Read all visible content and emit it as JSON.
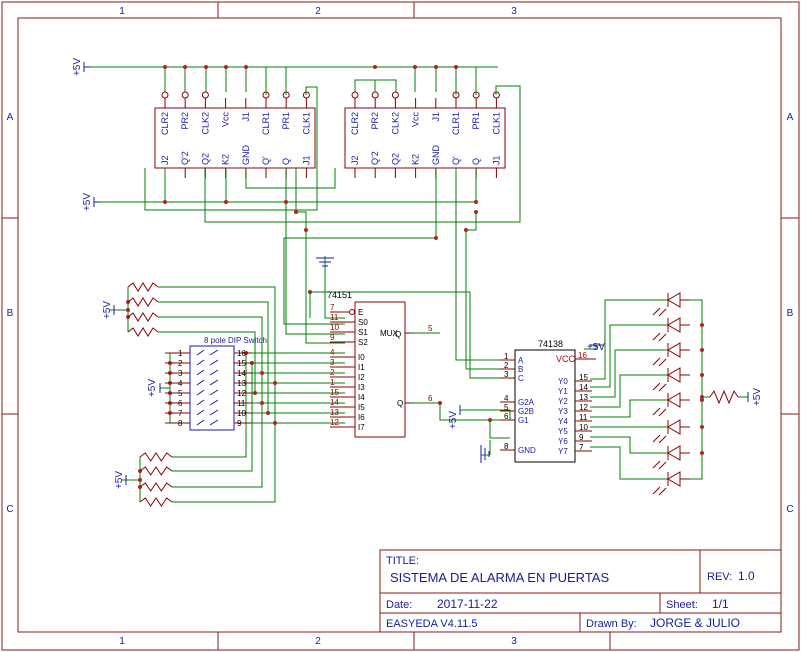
{
  "frame": {
    "col_labels": [
      "1",
      "2",
      "3"
    ],
    "row_labels": [
      "A",
      "B",
      "C"
    ]
  },
  "power": {
    "vcc_label": "+5V",
    "gnd_label": "GND",
    "vcc_text": "VCC"
  },
  "ff_pins_top": [
    "CLR2",
    "PR2",
    "CLK2",
    "Vcc",
    "J1",
    "CLR1",
    "PR1",
    "CLK1"
  ],
  "ff_pins_bottom": [
    "J2",
    "Q'2",
    "Q2",
    "K2",
    "GND",
    "Q'",
    "Q",
    "J1"
  ],
  "mux": {
    "part": "74151",
    "title": "MUX",
    "q_label": "Q",
    "inputs": [
      {
        "pin": "7",
        "name": "E"
      },
      {
        "pin": "11",
        "name": "S0"
      },
      {
        "pin": "10",
        "name": "S1"
      },
      {
        "pin": "9",
        "name": "S2"
      },
      {
        "pin": "4",
        "name": "I0"
      },
      {
        "pin": "3",
        "name": "I1"
      },
      {
        "pin": "2",
        "name": "I2"
      },
      {
        "pin": "1",
        "name": "I3"
      },
      {
        "pin": "15",
        "name": "I4"
      },
      {
        "pin": "14",
        "name": "I5"
      },
      {
        "pin": "13",
        "name": "I6"
      },
      {
        "pin": "12",
        "name": "I7"
      }
    ],
    "out_top_pin": "5",
    "out_pin": "6",
    "out_q": "Q"
  },
  "dip": {
    "title": "8 pole DIP Switch",
    "left_pins": [
      "1",
      "2",
      "3",
      "4",
      "5",
      "6",
      "7",
      "8"
    ],
    "right_pins": [
      "16",
      "15",
      "14",
      "13",
      "12",
      "11",
      "10",
      "9"
    ]
  },
  "decoder": {
    "part": "74138",
    "left": [
      {
        "pin": "1",
        "name": "A"
      },
      {
        "pin": "2",
        "name": "B"
      },
      {
        "pin": "3",
        "name": "C"
      },
      {
        "pin": "4",
        "name": "G2A"
      },
      {
        "pin": "5",
        "name": "G2B"
      },
      {
        "pin": "6",
        "name": "G1"
      },
      {
        "pin": "8",
        "name": "GND"
      }
    ],
    "vcc_pin": "16",
    "outputs": [
      {
        "pin": "15",
        "name": "Y0"
      },
      {
        "pin": "14",
        "name": "Y1"
      },
      {
        "pin": "13",
        "name": "Y2"
      },
      {
        "pin": "12",
        "name": "Y3"
      },
      {
        "pin": "11",
        "name": "Y4"
      },
      {
        "pin": "10",
        "name": "Y5"
      },
      {
        "pin": "9",
        "name": "Y6"
      },
      {
        "pin": "7",
        "name": "Y7"
      }
    ]
  },
  "title_block": {
    "title_label": "TITLE:",
    "title": "SISTEMA DE ALARMA EN PUERTAS",
    "rev_label": "REV:",
    "rev": "1.0",
    "date_label": "Date:",
    "date": "2017-11-22",
    "sheet_label": "Sheet:",
    "sheet": "1/1",
    "tool": "EASYEDA V4.11.5",
    "drawn_label": "Drawn By:",
    "drawn_by": "JORGE & JULIO"
  },
  "colors": {
    "frame": "#8b1a1a",
    "wire": "#008000",
    "text": "#1a1aa0",
    "component": "#8b0000",
    "pin_num": "#8b0000",
    "junction": "#b22222",
    "power": "#1a1aa0"
  }
}
